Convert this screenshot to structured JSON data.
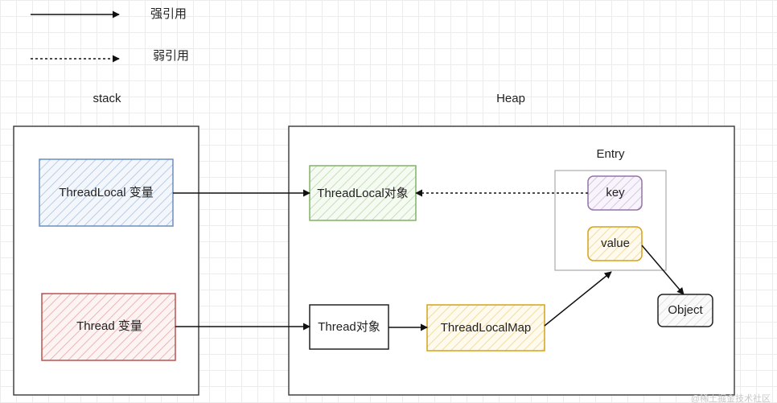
{
  "legend": {
    "strong_label": "强引用",
    "weak_label": "弱引用"
  },
  "regions": {
    "stack_label": "stack",
    "heap_label": "Heap"
  },
  "entry": {
    "title": "Entry",
    "key_label": "key",
    "value_label": "value"
  },
  "nodes": {
    "threadlocal_var": "ThreadLocal 变量",
    "thread_var": "Thread 变量",
    "threadlocal_obj": "ThreadLocal对象",
    "thread_obj": "Thread对象",
    "threadlocalmap": "ThreadLocalMap",
    "object": "Object"
  },
  "colors": {
    "blue": "#6c8ebf",
    "red": "#b85450",
    "green": "#82b366",
    "orange": "#d6a21a",
    "purple": "#9673a6",
    "black": "#222222",
    "gray": "#aaaaaa"
  },
  "watermark": "@稀土掘金技术社区"
}
